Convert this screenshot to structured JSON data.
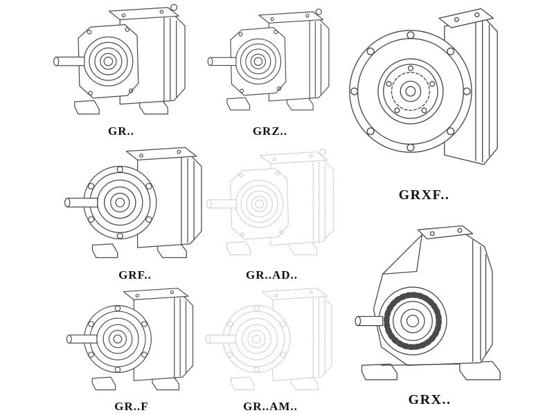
{
  "page": {
    "background": "#ffffff",
    "line_color": "#4a4a4a",
    "ghost_line_color": "#c9c9c9",
    "label_color": "#111111",
    "description": "Catalog sheet of helical gear reducer series line drawings"
  },
  "products": [
    {
      "id": "gr",
      "label": "GR..",
      "drawing": "foot-mounted-helical-gearbox",
      "style": "solid"
    },
    {
      "id": "grz",
      "label": "GRZ..",
      "drawing": "foot-mounted-helical-gearbox",
      "style": "solid"
    },
    {
      "id": "grxf",
      "label": "GRXF..",
      "drawing": "flange-mounted-gearbox-front-view",
      "style": "solid"
    },
    {
      "id": "grf",
      "label": "GRF..",
      "drawing": "flange-and-foot-mounted-helical-gearbox",
      "style": "solid"
    },
    {
      "id": "grad",
      "label": "GR..AD..",
      "drawing": "gearbox-with-input-adapter",
      "style": "ghost"
    },
    {
      "id": "grx",
      "label": "GRX..",
      "drawing": "single-stage-foot-mounted-gearbox",
      "style": "solid"
    },
    {
      "id": "grf2",
      "label": "GR..F",
      "drawing": "flange-and-foot-mounted-helical-gearbox",
      "style": "solid"
    },
    {
      "id": "gram",
      "label": "GR..AM..",
      "drawing": "gearbox-with-motor-adapter",
      "style": "ghost"
    }
  ]
}
